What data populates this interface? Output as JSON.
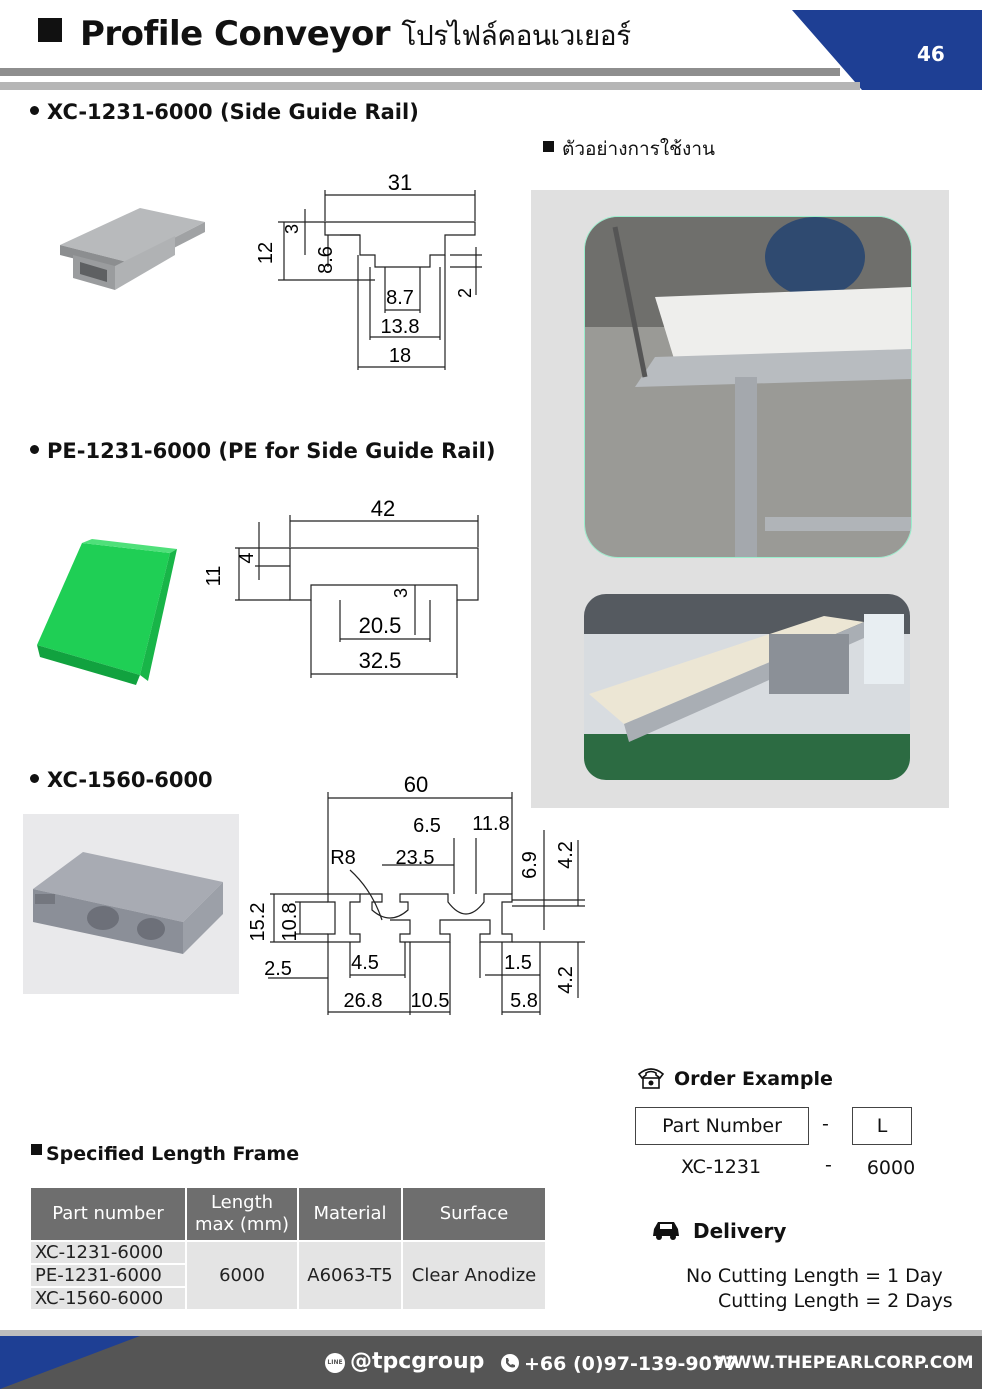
{
  "header": {
    "title_en": "Profile Conveyor",
    "title_th": "โปรไฟล์คอนเวเยอร์",
    "page_number": "46"
  },
  "products": [
    {
      "name": "XC-1231-6000 (Side Guide Rail)"
    },
    {
      "name": "PE-1231-6000 (PE for Side Guide Rail)"
    },
    {
      "name": "XC-1560-6000"
    }
  ],
  "dims": {
    "xc1231": {
      "w31": "31",
      "h3": "3",
      "h12": "12",
      "h86": "8.6",
      "w87": "8.7",
      "h2": "2",
      "w138": "13.8",
      "w18": "18"
    },
    "pe1231": {
      "w42": "42",
      "h4": "4",
      "h11": "11",
      "h3": "3",
      "w205": "20.5",
      "w325": "32.5"
    },
    "xc1560": {
      "w60": "60",
      "w65": "6.5",
      "w118": "11.8",
      "r8": "R8",
      "w235": "23.5",
      "h69": "6.9",
      "h42a": "4.2",
      "h152": "15.2",
      "h108": "10.8",
      "w25": "2.5",
      "w45": "4.5",
      "w15": "1.5",
      "h42b": "4.2",
      "w268": "26.8",
      "w105": "10.5",
      "w58": "5.8"
    }
  },
  "application": {
    "heading": "ตัวอย่างการใช้งาน"
  },
  "spec_table": {
    "heading": "Specified Length Frame",
    "headers": [
      "Part number",
      "Length max (mm)",
      "Material",
      "Surface"
    ],
    "parts": [
      "XC-1231-6000",
      "PE-1231-6000",
      "XC-1560-6000"
    ],
    "length": "6000",
    "material": "A6063-T5",
    "surface": "Clear Anodize"
  },
  "order": {
    "heading": "Order Example",
    "box1": "Part Number",
    "dash": "-",
    "box2": "L",
    "value1": "XC-1231",
    "value2": "6000"
  },
  "delivery": {
    "heading": "Delivery",
    "line1": "No Cutting Length = 1 Day",
    "line2": "Cutting Length = 2 Days"
  },
  "footer": {
    "line_label": "LINE",
    "line_id": "@tpcgroup",
    "phone": "+66 (0)97-139-9077",
    "website": "WWW.THEPEARLCORP.COM"
  },
  "colors": {
    "brand_blue": "#1e3f94",
    "footer_gray": "#555555",
    "pe_green": "#1fcf55"
  },
  "icons": [
    "phone-icon",
    "car-icon",
    "line-icon",
    "phone-small-icon"
  ]
}
